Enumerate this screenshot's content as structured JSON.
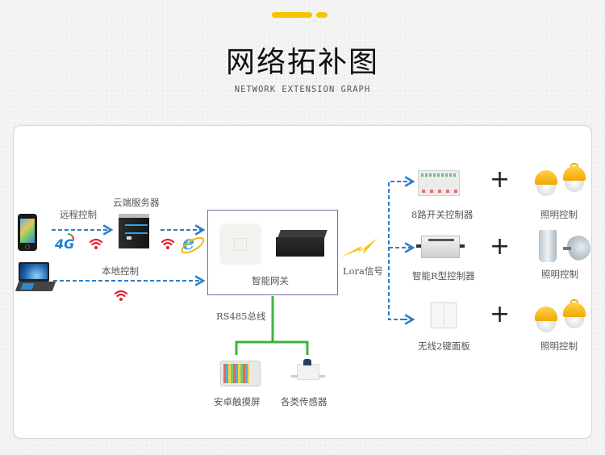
{
  "header": {
    "title": "网络拓补图",
    "subtitle": "NETWORK EXTENSION GRAPH",
    "accent_color": "#f7c400"
  },
  "diagram": {
    "clients": {
      "phone": {
        "icon": "smartphone-icon"
      },
      "laptop": {
        "icon": "laptop-icon"
      },
      "remote_label": "远程控制",
      "local_label": "本地控制",
      "network_4g_label": "4G"
    },
    "cloud": {
      "label": "云端服务器",
      "icon": "server-icon",
      "browser_icon": "internet-explorer-icon"
    },
    "gateway": {
      "label": "智能网关",
      "border_color": "#8a64b8",
      "devices": [
        "access-point-icon",
        "gateway-box-icon"
      ]
    },
    "lora": {
      "label": "Lora信号",
      "icon": "lightning-bolt-icon",
      "color": "#f7c400"
    },
    "bus": {
      "label": "RS485总线",
      "color": "#3cb43c",
      "devices": [
        {
          "label": "安卓触摸屏",
          "icon": "android-touchscreen-icon"
        },
        {
          "label": "各类传感器",
          "icon": "sensor-icon"
        }
      ]
    },
    "controllers": [
      {
        "label": "8路开关控制器",
        "icon": "8-channel-switch-controller-icon",
        "plus": "+",
        "target_label": "照明控制",
        "target_icon": "explosion-proof-lamp-icon"
      },
      {
        "label": "智能R型控制器",
        "icon": "r-type-controller-icon",
        "plus": "+",
        "target_label": "照明控制",
        "target_icon": "high-bay-floodlight-icon"
      },
      {
        "label": "无线2键面板",
        "icon": "wireless-2-key-panel-icon",
        "plus": "+",
        "target_label": "照明控制",
        "target_icon": "explosion-proof-lamp-icon"
      }
    ],
    "link_color": "#2a7fc8",
    "wifi_color": "#e3202a"
  }
}
